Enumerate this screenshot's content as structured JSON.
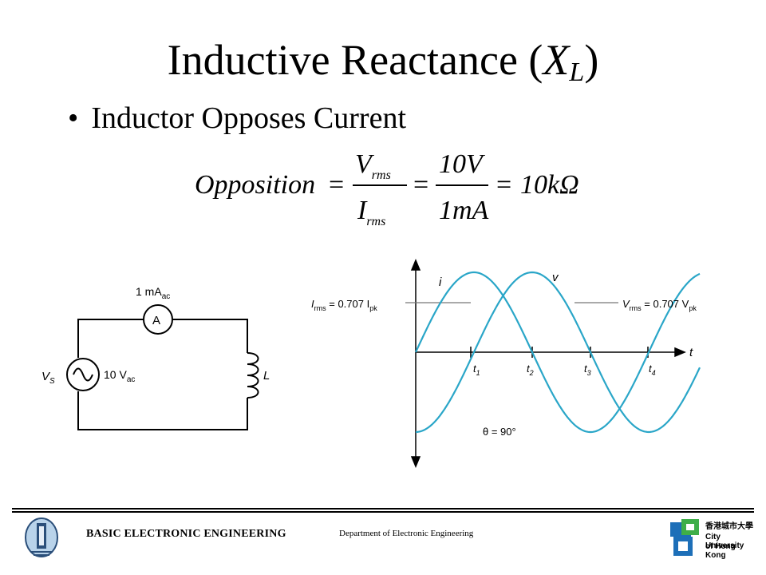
{
  "slide": {
    "title_main": "Inductive Reactance (",
    "title_var": "X",
    "title_sub": "L",
    "title_close": ")",
    "bullet": "Inductor Opposes Current"
  },
  "equation": {
    "lhs": "Opposition",
    "num1": "V",
    "num1_sub": "rms",
    "den1": "I",
    "den1_sub": "rms",
    "num2": "10V",
    "den2": "1mA",
    "result": "10kΩ"
  },
  "circuit": {
    "ammeter_value": "1 mA",
    "ammeter_sub": "ac",
    "ammeter_symbol": "A",
    "source_label": "V",
    "source_label_sub": "S",
    "source_value": "10 V",
    "source_value_sub": "ac",
    "inductor_label": "L"
  },
  "graph": {
    "i_label": "i",
    "v_label": "v",
    "t_label": "t",
    "irms_label": "I",
    "irms_sub": "rms",
    "irms_value": " = 0.707 I",
    "irms_value_sub": "pk",
    "vrms_label": "V",
    "vrms_sub": "rms",
    "vrms_value": " = 0.707 V",
    "vrms_value_sub": "pk",
    "t1": "t",
    "t1_sub": "1",
    "t2": "t",
    "t2_sub": "2",
    "t3": "t",
    "t3_sub": "3",
    "t4": "t",
    "t4_sub": "4",
    "theta": "θ = 90°",
    "curve_color": "#2aa6c8"
  },
  "footer": {
    "left": "BASIC ELECTRONIC ENGINEERING",
    "center": "Department of Electronic Engineering",
    "logo_cn": "香港城市大學",
    "logo_en1": "City University",
    "logo_en2": "of Hong Kong"
  }
}
